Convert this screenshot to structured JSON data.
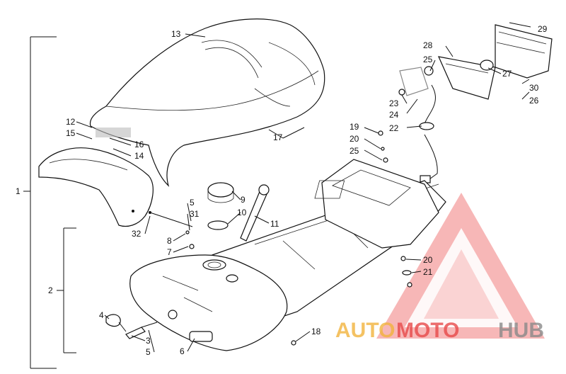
{
  "parts": [
    {
      "id": "p13",
      "number": "13"
    },
    {
      "id": "p12",
      "number": "12"
    },
    {
      "id": "p15",
      "number": "15"
    },
    {
      "id": "p16",
      "number": "16"
    },
    {
      "id": "p14",
      "number": "14"
    },
    {
      "id": "p17",
      "number": "17"
    },
    {
      "id": "p29",
      "number": "29"
    },
    {
      "id": "p28",
      "number": "28"
    },
    {
      "id": "p25a",
      "number": "25"
    },
    {
      "id": "p27",
      "number": "27"
    },
    {
      "id": "p30",
      "number": "30"
    },
    {
      "id": "p26",
      "number": "26"
    },
    {
      "id": "p23",
      "number": "23"
    },
    {
      "id": "p24",
      "number": "24"
    },
    {
      "id": "p22",
      "number": "22"
    },
    {
      "id": "p19",
      "number": "19"
    },
    {
      "id": "p20a",
      "number": "20"
    },
    {
      "id": "p25b",
      "number": "25"
    },
    {
      "id": "p9",
      "number": "9"
    },
    {
      "id": "p10",
      "number": "10"
    },
    {
      "id": "p11",
      "number": "11"
    },
    {
      "id": "p5a",
      "number": "5"
    },
    {
      "id": "p31",
      "number": "31"
    },
    {
      "id": "p32",
      "number": "32"
    },
    {
      "id": "p8",
      "number": "8"
    },
    {
      "id": "p7",
      "number": "7"
    },
    {
      "id": "p20b",
      "number": "20"
    },
    {
      "id": "p21",
      "number": "21"
    },
    {
      "id": "p4",
      "number": "4"
    },
    {
      "id": "p3",
      "number": "3"
    },
    {
      "id": "p5b",
      "number": "5"
    },
    {
      "id": "p6",
      "number": "6"
    },
    {
      "id": "p18",
      "number": "18"
    }
  ],
  "groups": [
    {
      "id": "g1",
      "number": "1"
    },
    {
      "id": "g2",
      "number": "2"
    }
  ],
  "watermark": {
    "part1": "AUTO",
    "part2": "MOTO",
    "part3": "HUB",
    "color_orange": "#f2b33d",
    "color_red": "#e84a4a",
    "color_gray": "#8a8a8a"
  }
}
